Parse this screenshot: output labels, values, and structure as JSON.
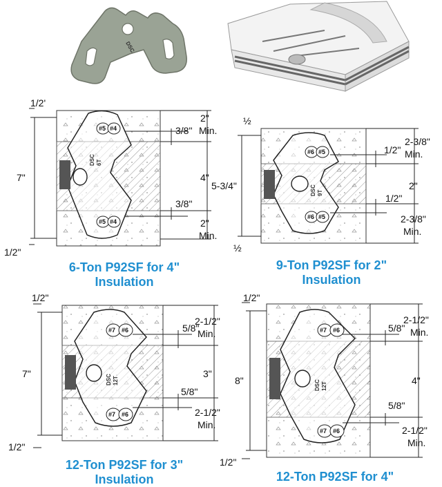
{
  "panels": [
    {
      "caption_line1": "6-Ton P92SF for 4\"",
      "caption_line2": "Insulation",
      "top_left": "1/2'",
      "bottom_left": "1/2\"",
      "height": "7\"",
      "dim_top_1": "2\"",
      "dim_top_2": "Min.",
      "gap_top": "3/8\"",
      "insulation": "4\"",
      "gap_bottom": "3/8\"",
      "dim_bot_1": "2\"",
      "dim_bot_2": "Min.",
      "bar_a": "#5",
      "bar_b": "#4",
      "stamp_1": "DSC",
      "stamp_2": "6T"
    },
    {
      "caption_line1": "9-Ton P92SF for 2\"",
      "caption_line2": "Insulation",
      "top_left": "½",
      "bottom_left": "½",
      "height": "5-3/4\"",
      "dim_top_1": "2-3/8\"",
      "dim_top_2": "Min.",
      "gap_top": "1/2\"",
      "insulation": "2\"",
      "gap_bottom": "1/2\"",
      "dim_bot_1": "2-3/8\"",
      "dim_bot_2": "Min.",
      "bar_a": "#6",
      "bar_b": "#5",
      "stamp_1": "DSC",
      "stamp_2": "9T"
    },
    {
      "caption_line1": "12-Ton P92SF for 3\"",
      "caption_line2": "Insulation",
      "top_left": "1/2\"",
      "bottom_left": "1/2\"",
      "height": "7\"",
      "dim_top_1": "2-1/2\"",
      "dim_top_2": "Min.",
      "gap_top": "5/8\"",
      "insulation": "3\"",
      "gap_bottom": "5/8\"",
      "dim_bot_1": "2-1/2\"",
      "dim_bot_2": "Min.",
      "bar_a": "#7",
      "bar_b": "#6",
      "stamp_1": "DSC",
      "stamp_2": "12T"
    },
    {
      "caption_line1": "12-Ton P92SF for 4\"",
      "caption_line2": "",
      "top_left": "1/2\"",
      "bottom_left": "1/2\"",
      "height": "8\"",
      "dim_top_1": "2-1/2\"",
      "dim_top_2": "Min.",
      "gap_top": "5/8\"",
      "insulation": "4\"",
      "gap_bottom": "5/8\"",
      "dim_bot_1": "2-1/2\"",
      "dim_bot_2": "Min.",
      "bar_a": "#7",
      "bar_b": "#6",
      "stamp_1": "DSC",
      "stamp_2": "12T"
    }
  ]
}
